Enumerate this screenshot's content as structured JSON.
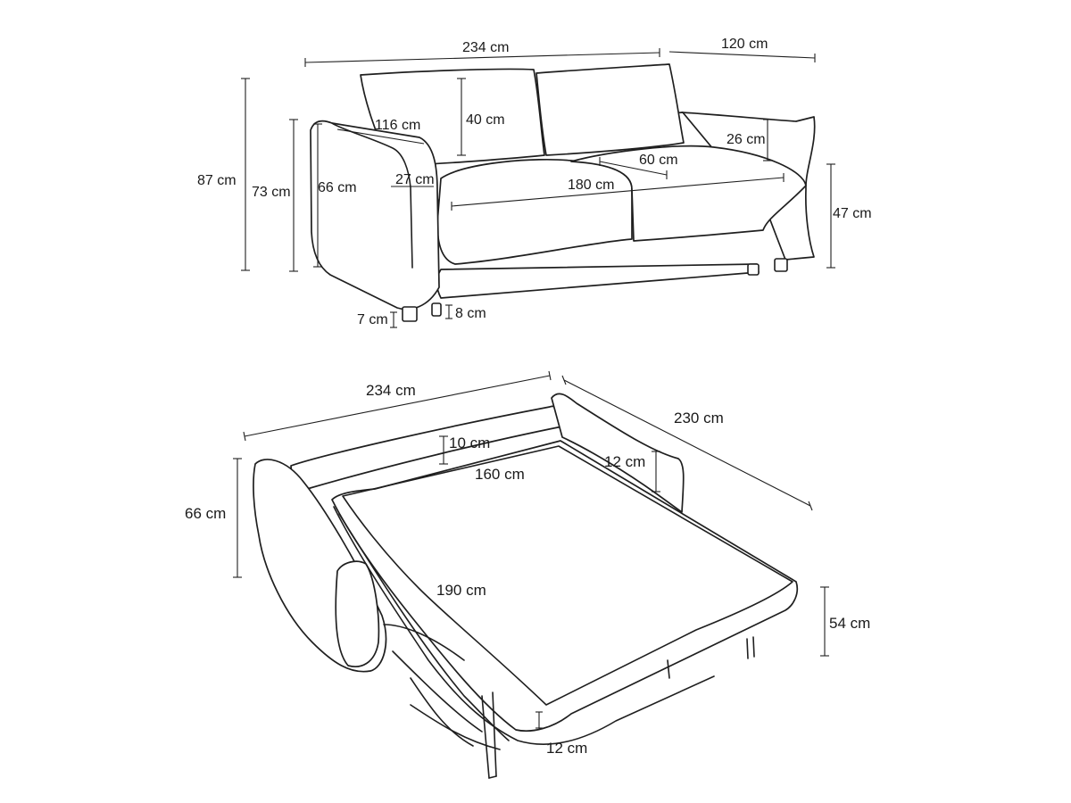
{
  "sofa_view": {
    "width": "234 cm",
    "depth": "120 cm",
    "total_height": "87 cm",
    "armrest_height": "73 cm",
    "armrest_inner_height": "66 cm",
    "armrest_depth": "116 cm",
    "armrest_width": "27 cm",
    "backrest_height": "40 cm",
    "side_cushion_height": "26 cm",
    "cushion_depth": "60 cm",
    "seat_width": "180 cm",
    "seat_height": "47 cm",
    "foot_height": "7 cm",
    "base_height": "8 cm"
  },
  "bed_view": {
    "width": "234 cm",
    "length": "230 cm",
    "mattress_thickness": "10 cm",
    "mattress_width": "160 cm",
    "back_height": "12 cm",
    "arm_height": "66 cm",
    "mattress_length": "190 cm",
    "bed_height": "54 cm",
    "front_thickness": "12 cm"
  }
}
